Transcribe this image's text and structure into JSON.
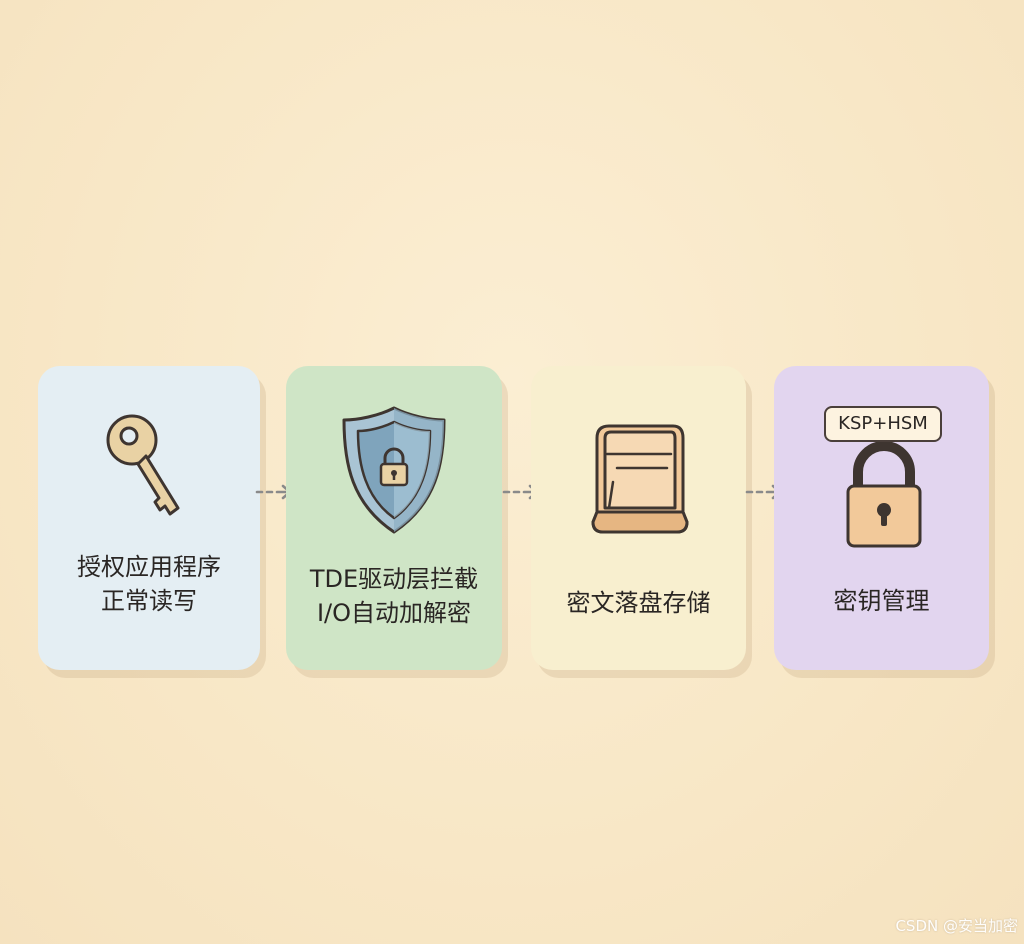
{
  "steps": [
    {
      "label": "授权应用程序\n正常读写",
      "icon": "key-icon",
      "color": "#e4eef3"
    },
    {
      "label": "TDE驱动层拦截\nI/O自动加解密",
      "icon": "shield-lock-icon",
      "color": "#cfe5c6"
    },
    {
      "label": "密文落盘存储",
      "icon": "disk-storage-icon",
      "color": "#f8efcf"
    },
    {
      "label": "密钥管理",
      "icon": "padlock-icon",
      "color": "#e2d5ef",
      "badge": "KSP+HSM"
    }
  ],
  "watermark": "CSDN @安当加密"
}
